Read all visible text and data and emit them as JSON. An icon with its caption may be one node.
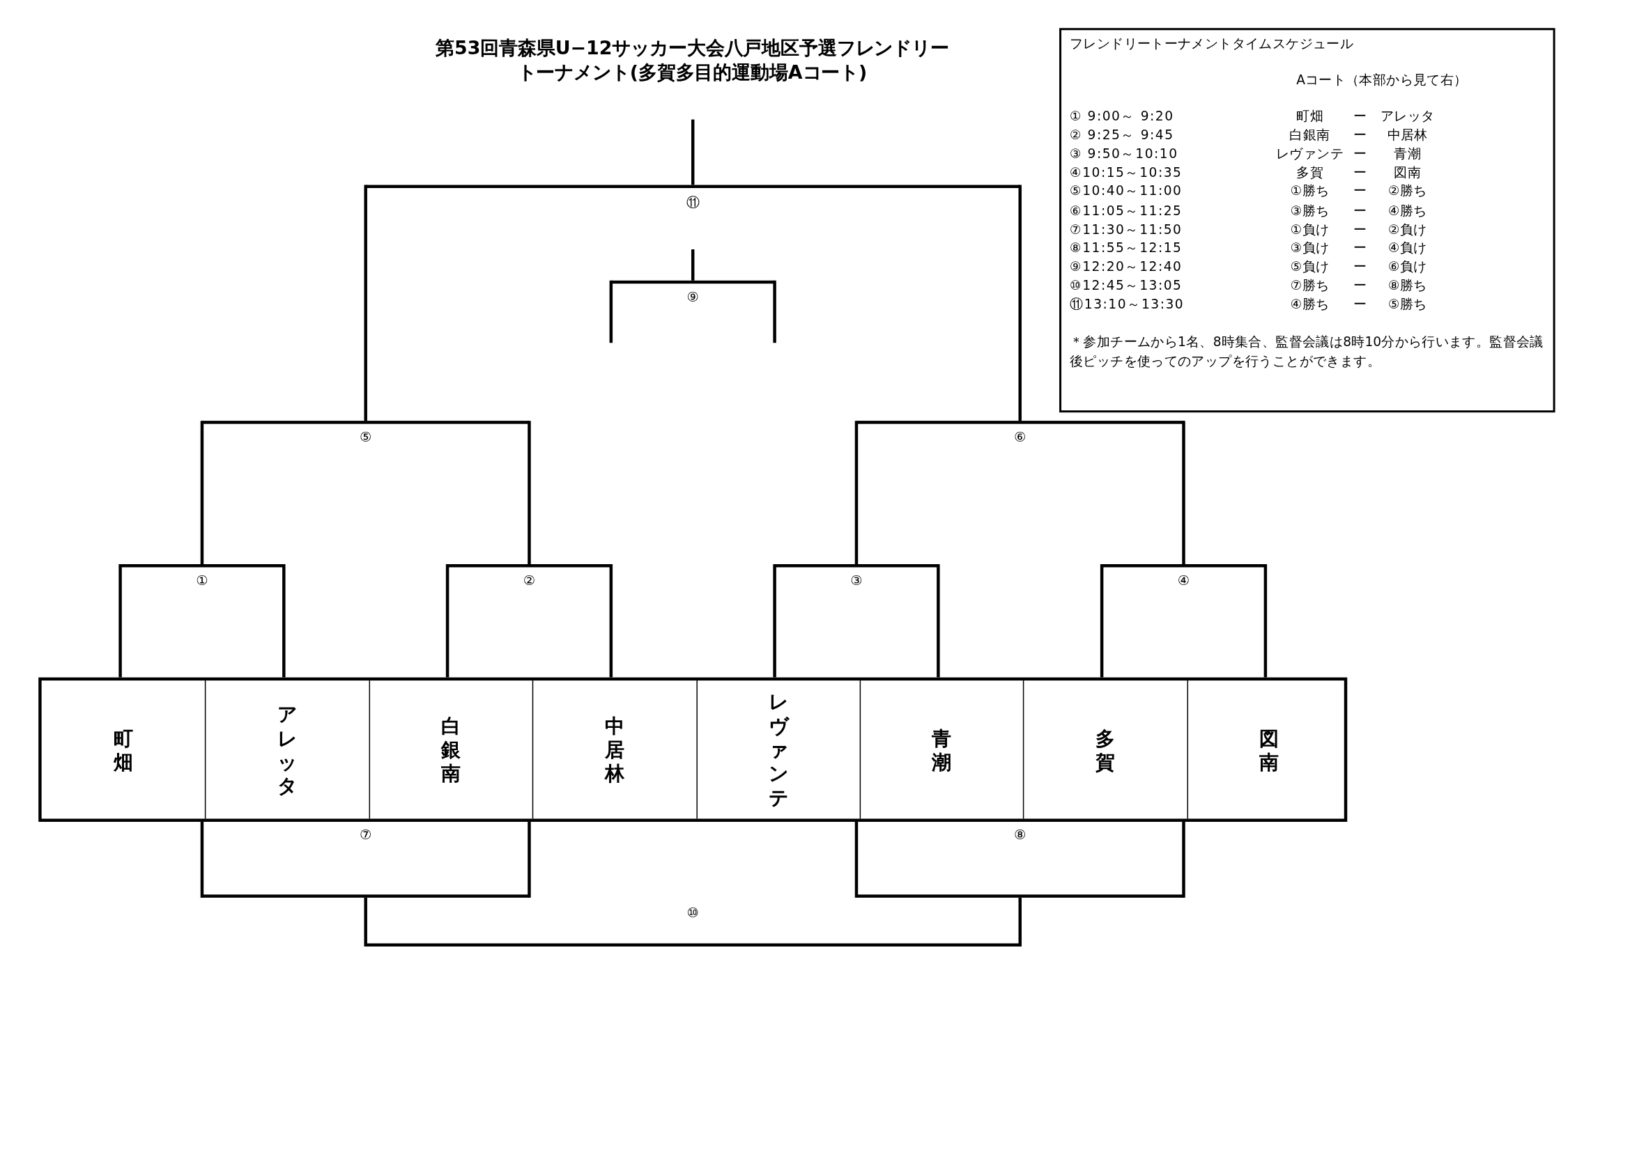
{
  "diagram": {
    "title": "第53回青森県U−12サッカー大会八戸地区予選フレンドリートーナメント(多賀多目的運動場Aコート)",
    "nodes": [
      {
        "text": [
          "⑪"
        ]
      },
      {
        "text": [
          "⑨"
        ]
      },
      {
        "text": [
          "⑤"
        ]
      },
      {
        "text": [
          "⑥"
        ]
      },
      {
        "text": [
          "①"
        ]
      },
      {
        "text": [
          "②"
        ]
      },
      {
        "text": [
          "③"
        ]
      },
      {
        "text": [
          "④"
        ]
      },
      {
        "text": [],
        "shape": "box"
      },
      {
        "text": [
          "町畑"
        ],
        "in": 8
      },
      {
        "text": [
          "アレッタ"
        ],
        "in": 8
      },
      {
        "text": [
          "白銀南"
        ],
        "in": 8
      },
      {
        "text": [
          "中居林"
        ],
        "in": 8
      },
      {
        "text": [
          "レヴァンテ"
        ],
        "in": 8
      },
      {
        "text": [
          "青潮"
        ],
        "in": 8
      },
      {
        "text": [
          "多賀"
        ],
        "in": 8
      },
      {
        "text": [
          "図南"
        ],
        "in": 8
      },
      {
        "text": [
          "⑦"
        ]
      },
      {
        "text": [
          "⑧"
        ]
      },
      {
        "text": [
          "⑩"
        ]
      },
      {
        "text": [
          "フレンドリートーナメントタイムスケジュール",
          "Aコート（本部から見て右）",
          "① 9:00～ 9:20",
          "町畑",
          "ー",
          "アレッタ",
          "② 9:25～ 9:45",
          "白銀南",
          "ー",
          "中居林",
          "③ 9:50～10:10",
          "レヴァンテ",
          "ー",
          "青潮",
          "④10:15～10:35",
          "多賀",
          "ー",
          "図南",
          "⑤10:40～11:00",
          "①勝ち",
          "ー",
          "②勝ち",
          "⑥11:05～11:25",
          "③勝ち",
          "ー",
          "④勝ち",
          "⑦11:30～11:50",
          "①負け",
          "ー",
          "②負け",
          "⑧11:55～12:15",
          "③負け",
          "ー",
          "④負け",
          "⑨12:20～12:40",
          "⑤負け",
          "ー",
          "⑥負け",
          "⑩12:45～13:05",
          "⑦勝ち",
          "ー",
          "⑧勝ち",
          "⑪13:10～13:30",
          "④勝ち",
          "ー",
          "⑤勝ち",
          "＊参加チームから1名、8時集合、監督会議は8時10分から行います。監督会議後ピッチを使ってのアップを行うことができます。"
        ]
      }
    ],
    "edges": [
      {
        "from": 9,
        "to": 4,
        "arrow": "none"
      },
      {
        "from": 10,
        "to": 4,
        "arrow": "none"
      },
      {
        "from": 11,
        "to": 5,
        "arrow": "none"
      },
      {
        "from": 12,
        "to": 5,
        "arrow": "none"
      },
      {
        "from": 13,
        "to": 6,
        "arrow": "none"
      },
      {
        "from": 14,
        "to": 6,
        "arrow": "none"
      },
      {
        "from": 15,
        "to": 7,
        "arrow": "none"
      },
      {
        "from": 16,
        "to": 7,
        "arrow": "none"
      },
      {
        "from": 4,
        "to": 2,
        "arrow": "none"
      },
      {
        "from": 5,
        "to": 2,
        "arrow": "none"
      },
      {
        "from": 6,
        "to": 3,
        "arrow": "none"
      },
      {
        "from": 7,
        "to": 3,
        "arrow": "none"
      },
      {
        "from": 2,
        "to": 0,
        "arrow": "none"
      },
      {
        "from": 3,
        "to": 0,
        "arrow": "none"
      },
      {
        "from": 0,
        "to": null,
        "arrow": "none"
      },
      {
        "from": 1,
        "to": null,
        "arrow": "none"
      },
      {
        "from": null,
        "to": 1,
        "arrow": "none"
      },
      {
        "from": null,
        "to": 1,
        "arrow": "none"
      },
      {
        "from": 8,
        "to": 17,
        "arrow": "none"
      },
      {
        "from": 8,
        "to": 17,
        "arrow": "none"
      },
      {
        "from": 8,
        "to": 18,
        "arrow": "none"
      },
      {
        "from": 8,
        "to": 18,
        "arrow": "none"
      },
      {
        "from": 17,
        "to": 19,
        "arrow": "none"
      },
      {
        "from": 18,
        "to": 19,
        "arrow": "none"
      }
    ]
  }
}
